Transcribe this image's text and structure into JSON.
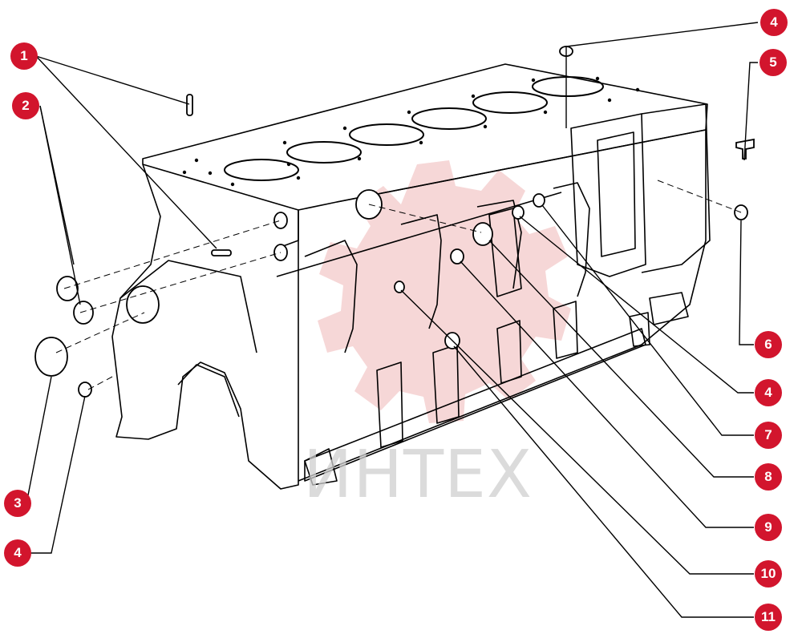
{
  "watermark": "ИНТЕХ",
  "colors": {
    "callout": "#d2152d",
    "line": "#000000",
    "watermark_logo": "#f3c9c9"
  },
  "callouts": [
    "1",
    "2",
    "3",
    "4",
    "4",
    "5",
    "6",
    "4",
    "7",
    "8",
    "9",
    "10",
    "11"
  ]
}
